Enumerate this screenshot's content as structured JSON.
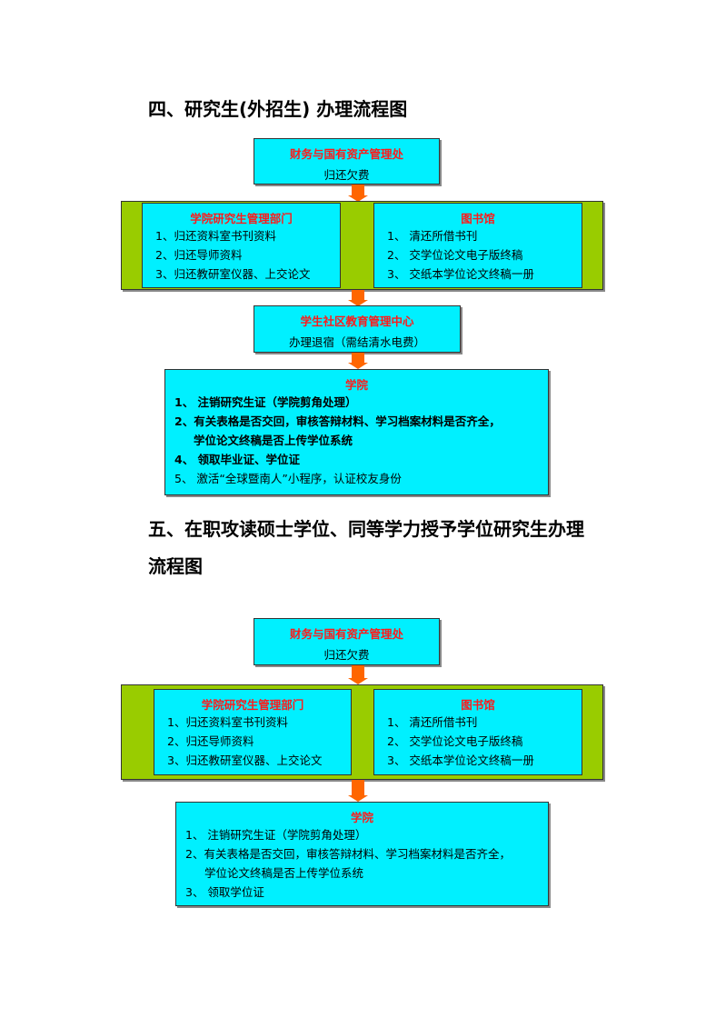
{
  "section4": {
    "title": "四、研究生(外招生) 办理流程图",
    "finance": {
      "title": "财务与国有资产管理处",
      "text": "归还欠费"
    },
    "college_dept": {
      "title": "学院研究生管理部门",
      "items": [
        "1、归还资料室书刊资料",
        "2、归还导师资料",
        "3、归还教研室仪器、上交论文"
      ]
    },
    "library": {
      "title": "图书馆",
      "items": [
        "1、 清还所借书刊",
        "2、 交学位论文电子版终稿",
        "3、 交纸本学位论文终稿一册"
      ]
    },
    "community": {
      "title": "学生社区教育管理中心",
      "text": "办理退宿（需结清水电费）"
    },
    "college": {
      "title": "学院",
      "items": [
        "1、 注销研究生证（学院剪角处理）",
        "2、有关表格是否交回，审核答辩材料、学习档案材料是否齐全，",
        "学位论文终稿是否上传学位系统",
        "4、 领取毕业证、学位证",
        "5、 激活“全球暨南人”小程序，认证校友身份"
      ]
    }
  },
  "section5": {
    "title_line1": "五、在职攻读硕士学位、同等学力授予学位研究生办理",
    "title_line2": "流程图",
    "finance": {
      "title": "财务与国有资产管理处",
      "text": "归还欠费"
    },
    "college_dept": {
      "title": "学院研究生管理部门",
      "items": [
        "1、归还资料室书刊资料",
        "2、归还导师资料",
        "3、归还教研室仪器、上交论文"
      ]
    },
    "library": {
      "title": "图书馆",
      "items": [
        "1、 清还所借书刊",
        "2、 交学位论文电子版终稿",
        "3、 交纸本学位论文终稿一册"
      ]
    },
    "college": {
      "title": "学院",
      "items": [
        "1、 注销研究生证（学院剪角处理）",
        "2、有关表格是否交回，审核答辩材料、学习档案材料是否齐全，",
        "学位论文终稿是否上传学位系统",
        "3、 领取学位证"
      ]
    }
  },
  "colors": {
    "box": "#00f0ff",
    "band": "#99cc00",
    "arrow": "#ff6600",
    "heading": "#ff1a1a"
  }
}
